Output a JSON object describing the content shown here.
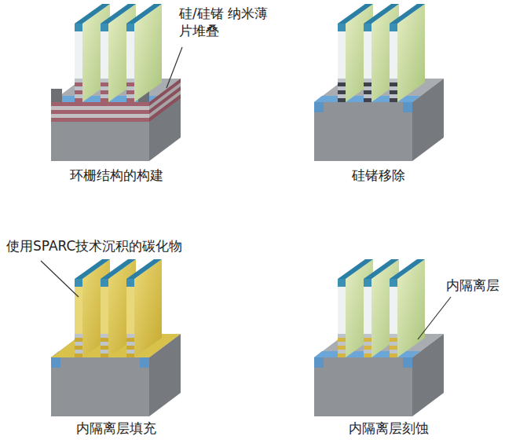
{
  "diagram": {
    "labels": [
      "硅/硅锗 纳米薄片堆叠",
      "环栅结构的构建",
      "硅锗移除",
      "使用SPARC技术沉积的碳化物",
      "内隔离层",
      "内隔离层填充",
      "内隔离层刻蚀"
    ]
  }
}
